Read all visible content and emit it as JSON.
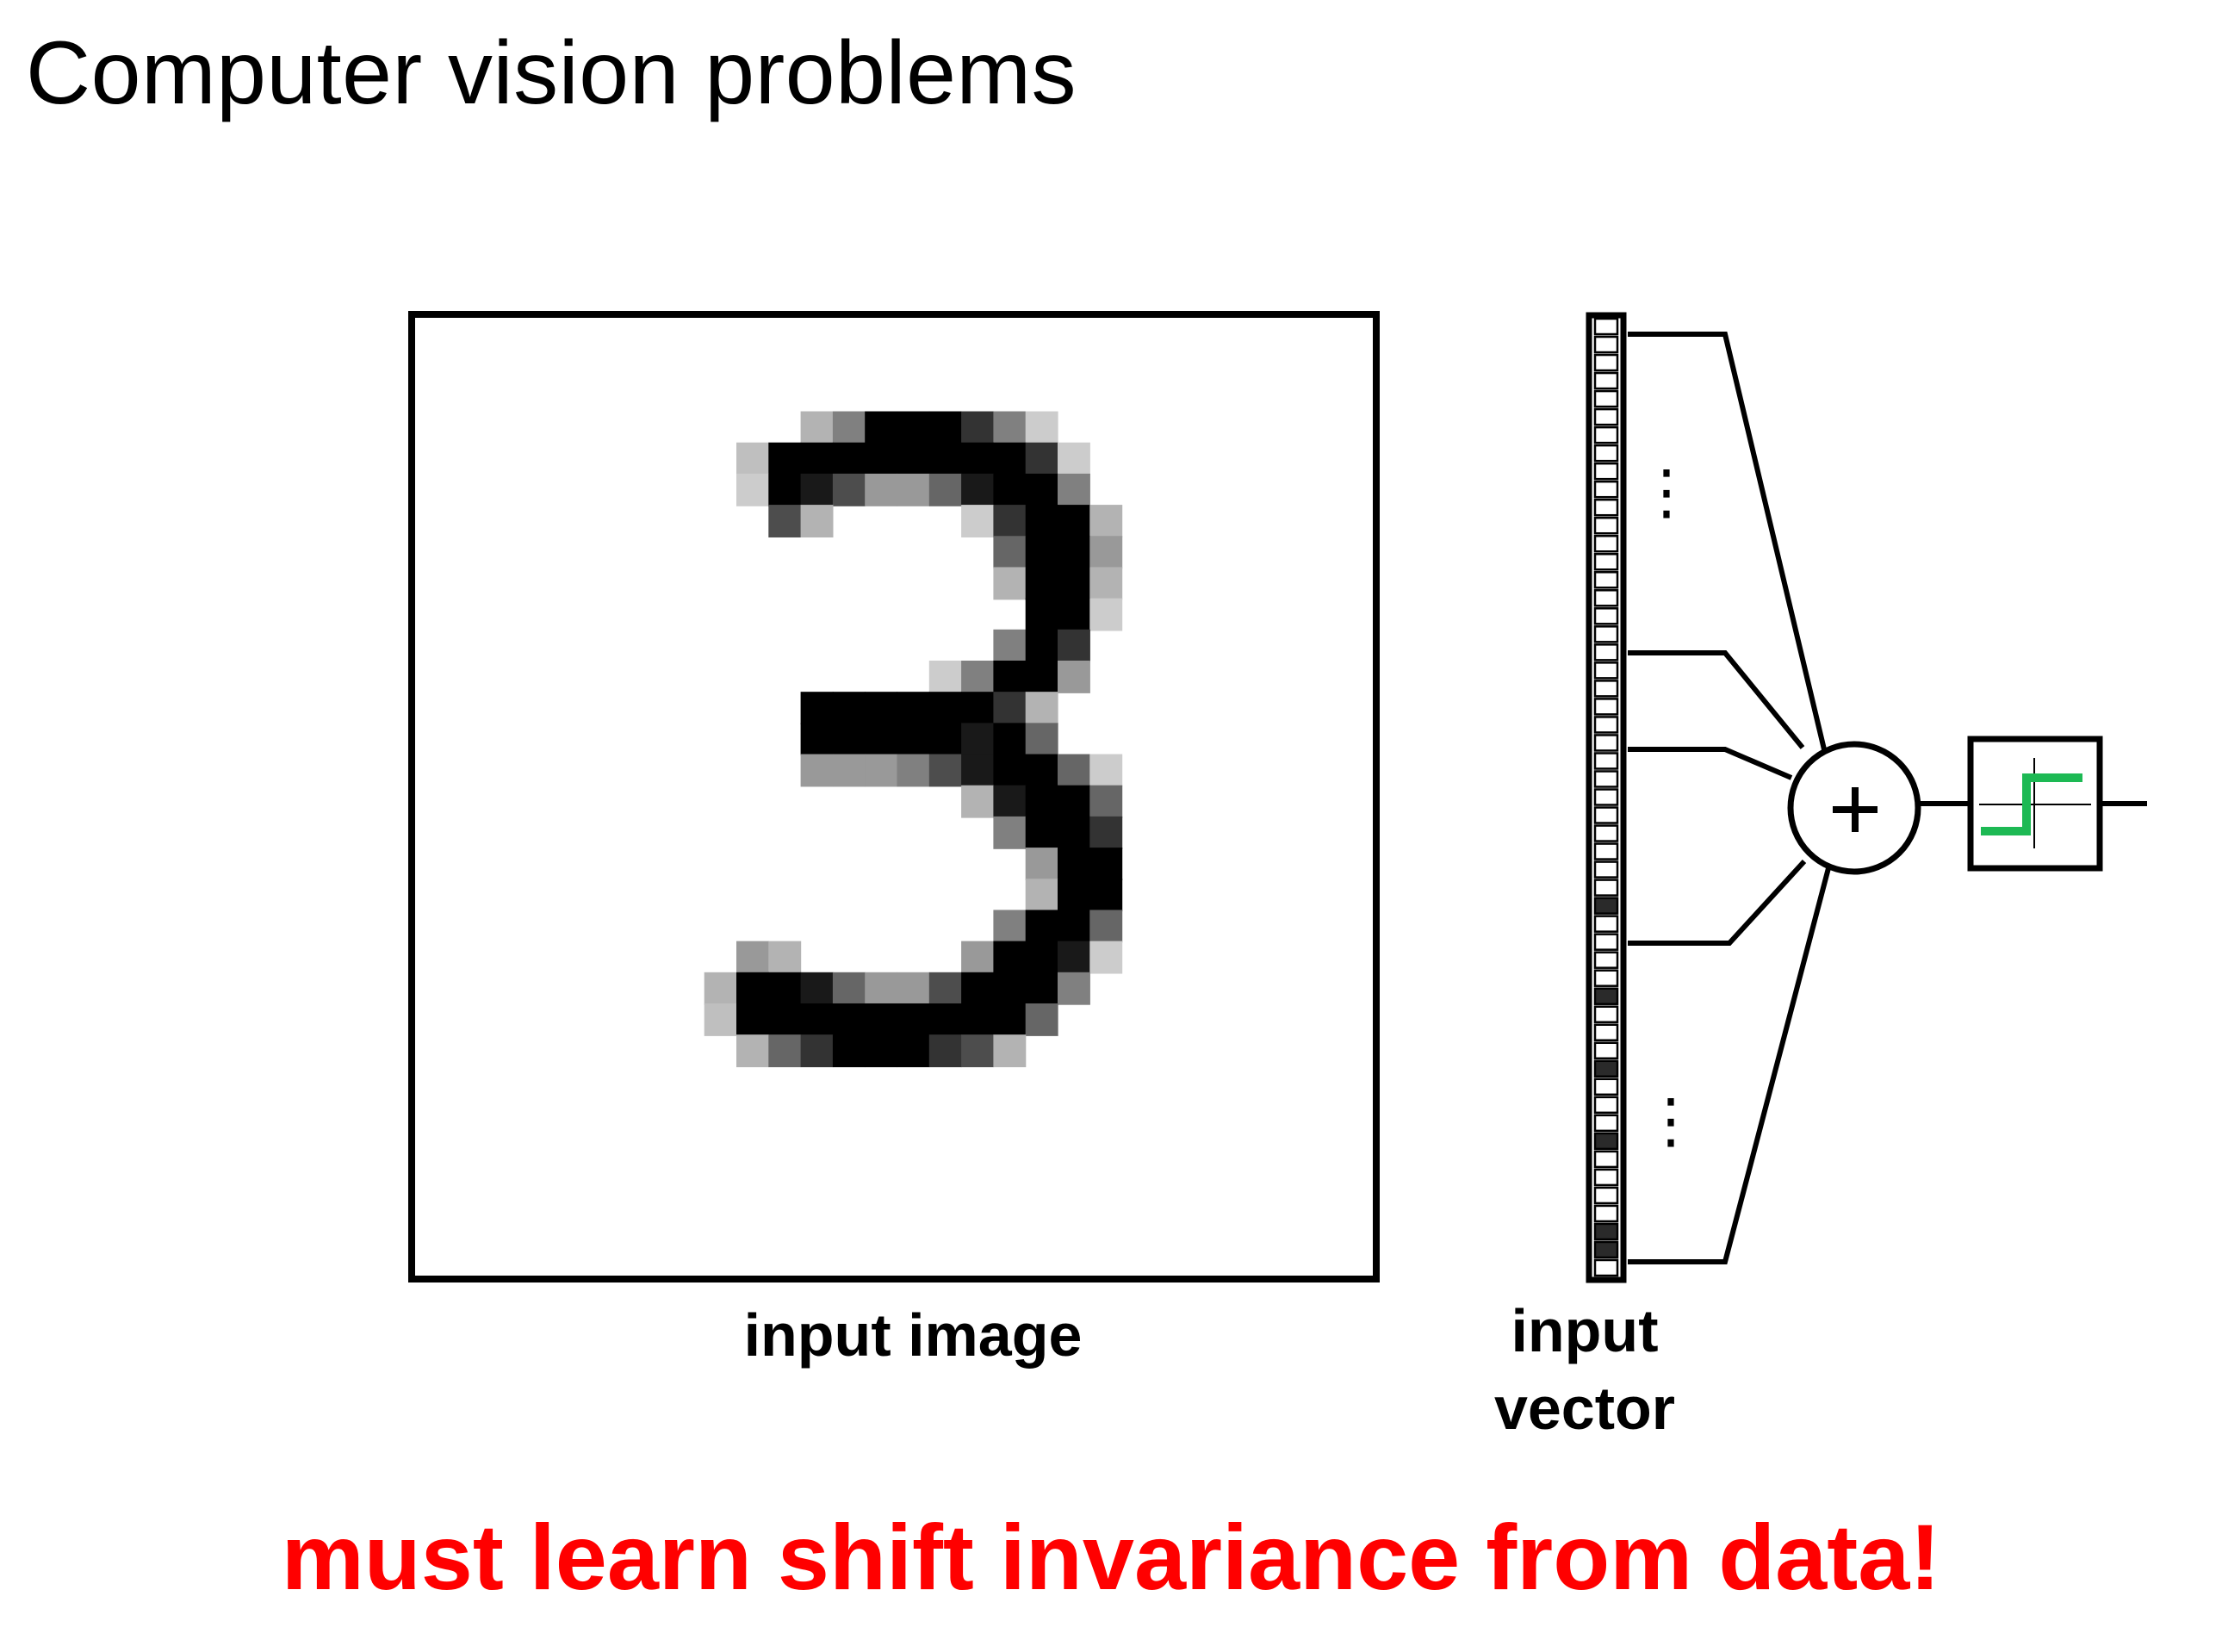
{
  "slide": {
    "title": "Computer vision problems",
    "conclusion": "must learn shift invariance from data!"
  },
  "diagram": {
    "input_image_label": "input image",
    "input_vector_label_line1": "input",
    "input_vector_label_line2": "vector",
    "summation_symbol": "+",
    "ellipsis": "⋮",
    "activation": "step function",
    "colors": {
      "ink": "#000000",
      "activation_curve": "#1db954",
      "emphasis": "#ff0000"
    },
    "digit": {
      "rows": [
        "........................",
        "........................",
        "..........................",
        "............................",
        "............................",
        ".........................................",
        "...........................................",
        ".........................................."
      ]
    },
    "input_vector_cells": [
      0,
      0,
      0,
      0,
      0,
      0,
      0,
      0,
      0,
      0,
      0,
      0,
      0,
      0,
      0,
      0,
      0,
      0,
      0,
      0,
      0,
      0,
      0,
      0,
      0,
      0,
      0,
      0,
      0,
      0,
      0,
      0,
      1,
      0,
      0,
      0,
      0,
      1,
      0,
      0,
      0,
      1,
      0,
      0,
      0,
      1,
      0,
      0,
      0,
      0,
      1,
      1,
      0
    ]
  }
}
